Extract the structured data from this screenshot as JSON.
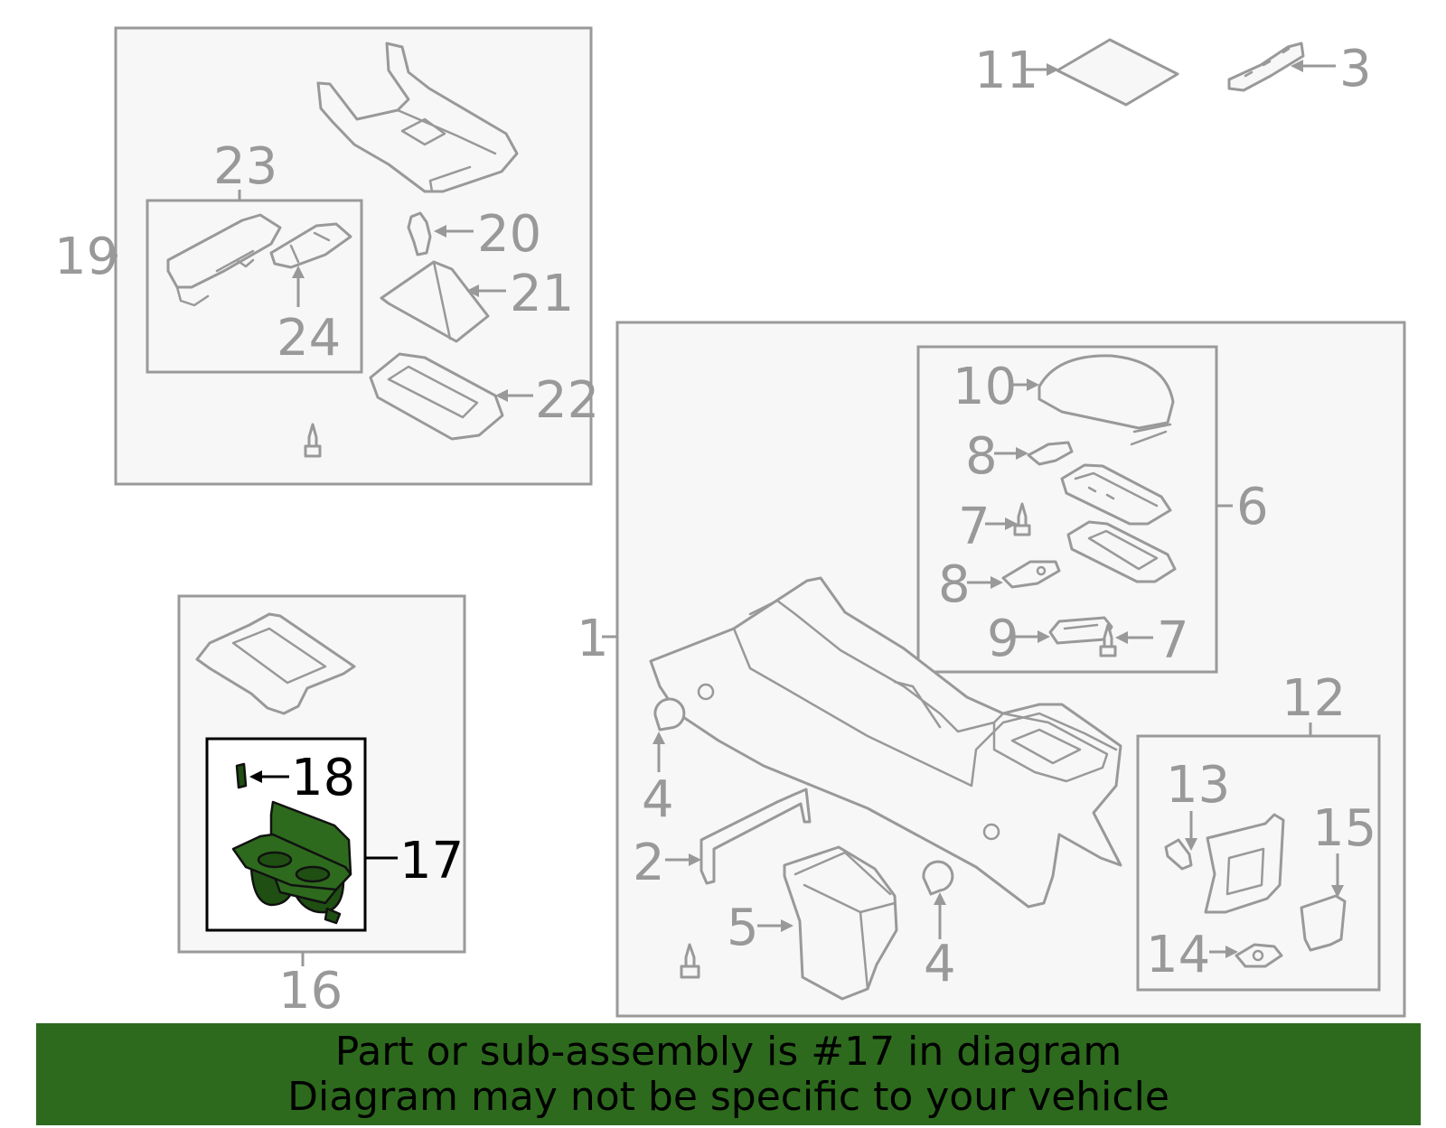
{
  "colors": {
    "highlight": "#2d6a1d",
    "outline": "#999999",
    "highlight_box": "#000000",
    "banner_text": "#000000"
  },
  "labels": {
    "n1": "1",
    "n2": "2",
    "n3": "3",
    "n4a": "4",
    "n4b": "4",
    "n5": "5",
    "n6": "6",
    "n7a": "7",
    "n7b": "7",
    "n8a": "8",
    "n8b": "8",
    "n9": "9",
    "n10": "10",
    "n11": "11",
    "n12": "12",
    "n13": "13",
    "n14": "14",
    "n15": "15",
    "n16": "16",
    "n17": "17",
    "n18": "18",
    "n19": "19",
    "n20": "20",
    "n21": "21",
    "n22": "22",
    "n23": "23",
    "n24": "24"
  },
  "highlighted_part": "17",
  "banner": {
    "line1": "Part or sub-assembly is #17 in diagram",
    "line2": "Diagram may not be specific to your vehicle"
  }
}
